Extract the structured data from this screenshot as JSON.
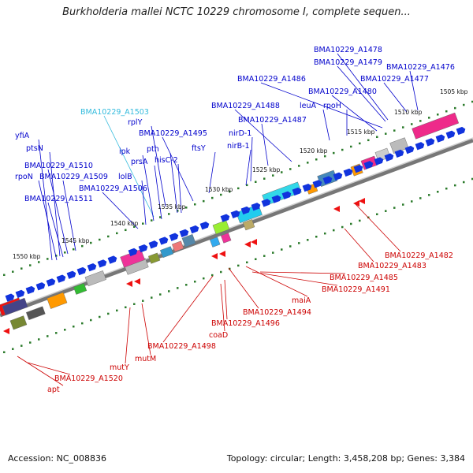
{
  "title": "Burkholderia mallei NCTC 10229 chromosome I, complete sequen...",
  "footer": {
    "accession": "Accession: NC_008836",
    "stats": "Topology: circular; Length: 3,458,208 bp; Genes: 3,384"
  },
  "colors": {
    "forward_label": "#0000cc",
    "highlight_label": "#33bbdd",
    "reverse_label": "#cc0000",
    "backbone": "#888888",
    "tick_green": "#2a7a2a"
  },
  "ticks": [
    "1505 kbp",
    "1510 kbp",
    "1515 kbp",
    "1520 kbp",
    "1525 kbp",
    "1530 kbp",
    "1535 kbp",
    "1540 kbp",
    "1545 kbp",
    "1550 kbp"
  ],
  "forward_labels": [
    "BMA10229_A1478",
    "BMA10229_A1479",
    "BMA10229_A1476",
    "BMA10229_A1477",
    "BMA10229_A1486",
    "BMA10229_A1480",
    "BMA10229_A1488",
    "leuA",
    "rpoH",
    "BMA10229_A1487",
    "nirD-1",
    "nirB-1",
    "BMA10229_A1503",
    "rplY",
    "BMA10229_A1495",
    "ftsY",
    "yfiA",
    "ptsN",
    "ipk",
    "pth",
    "prsA",
    "hisC-2",
    "BMA10229_A1510",
    "rpoN",
    "BMA10229_A1509",
    "lolB",
    "BMA10229_A1506",
    "BMA10229_A1511"
  ],
  "reverse_labels": [
    "BMA10229_A1482",
    "BMA10229_A1483",
    "BMA10229_A1485",
    "BMA10229_A1491",
    "maiA",
    "BMA10229_A1494",
    "BMA10229_A1496",
    "coaD",
    "BMA10229_A1498",
    "mutY",
    "mutM",
    "BMA10229_A1520",
    "apt"
  ]
}
